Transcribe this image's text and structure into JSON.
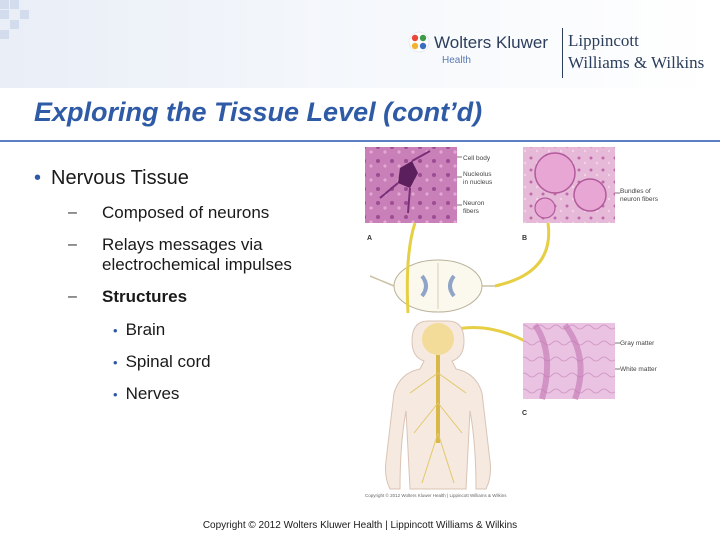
{
  "header": {
    "publisher_name": "Wolters Kluwer",
    "publisher_sub": "Health",
    "imprint_line1": "Lippincott",
    "imprint_line2": "Williams & Wilkins",
    "brand_color": "#2e5aa6"
  },
  "slide": {
    "title": "Exploring the Tissue Level (cont’d)",
    "main_bullet": "Nervous Tissue",
    "sub_bullets": [
      {
        "dash": "–",
        "text": "Composed of neurons"
      },
      {
        "dash": "–",
        "text": "Relays messages via electrochemical impulses"
      },
      {
        "dash": "–",
        "text": "Structures"
      }
    ],
    "structures": [
      "Brain",
      "Spinal cord",
      "Nerves"
    ]
  },
  "figure": {
    "labels": {
      "cell_body": "Cell body",
      "nucleolus_line1": "Nucleolus",
      "nucleolus_line2": "in nucleus",
      "neuron_fibers_line1": "Neuron",
      "neuron_fibers_line2": "fibers",
      "bundles_line1": "Bundles of",
      "bundles_line2": "neuron fibers",
      "gray_matter": "Gray matter",
      "white_matter": "White matter",
      "panel_a": "A",
      "panel_b": "B",
      "panel_c": "C",
      "figure_copyright": "Copyright © 2012 Wolters Kluwer Health | Lippincott Williams & Wilkins"
    }
  },
  "footer": {
    "copyright": "Copyright © 2012 Wolters Kluwer Health | Lippincott Williams & Wilkins"
  }
}
